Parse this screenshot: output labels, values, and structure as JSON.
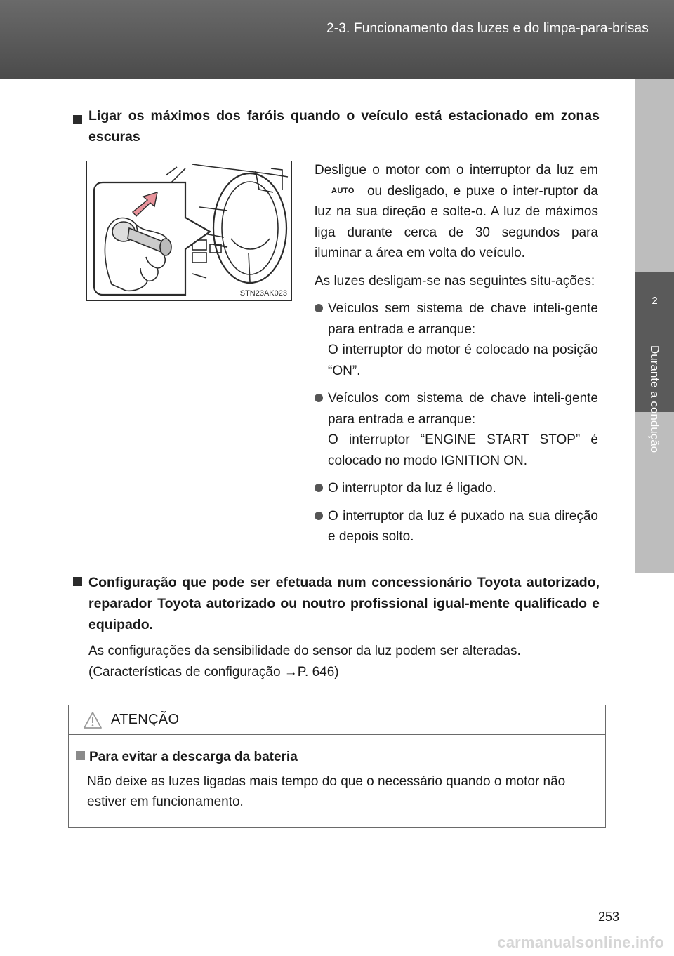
{
  "header": {
    "title": "2-3. Funcionamento das luzes e do limpa-para-brisas"
  },
  "side_tab": {
    "number": "2",
    "label": "Durante a condução"
  },
  "section1": {
    "heading": "Ligar os máximos dos faróis quando o veículo está estacionado em zonas escuras",
    "figure_id": "STN23AK023",
    "para1_before": "Desligue o motor com o interruptor da luz em",
    "auto_icon": "AUTO",
    "para1_after": "ou desligado, e puxe o inter-ruptor da luz na sua direção e solte-o. A luz de máximos liga durante cerca de 30 segundos para iluminar a área em volta do veículo.",
    "para2": "As luzes desligam-se nas seguintes situ-ações:",
    "bullets": [
      {
        "line1": "Veículos sem sistema de chave inteli-gente para entrada e arranque:",
        "line2": "O interruptor do motor é colocado na posição “ON”."
      },
      {
        "line1": "Veículos com sistema de chave inteli-gente para entrada e arranque:",
        "line2": "O interruptor “ENGINE START STOP” é colocado no modo IGNITION ON."
      },
      {
        "line1": "O interruptor da luz é ligado.",
        "line2": ""
      },
      {
        "line1": "O interruptor da luz é puxado na sua direção e depois solto.",
        "line2": ""
      }
    ]
  },
  "section2": {
    "heading": "Configuração que pode ser efetuada num concessionário Toyota autorizado, reparador Toyota autorizado ou noutro profissional igual-mente qualificado e equipado.",
    "body1": "As configurações da sensibilidade do sensor da luz podem ser alteradas.",
    "body2": "(Características de configuração →P. 646)"
  },
  "caution": {
    "title": "ATENÇÃO",
    "subheading": "Para evitar a descarga da bateria",
    "text": "Não deixe as luzes ligadas mais tempo do que o necessário quando o motor não estiver em funcionamento."
  },
  "page_number": "253",
  "watermark": "carmanualsonline.info"
}
